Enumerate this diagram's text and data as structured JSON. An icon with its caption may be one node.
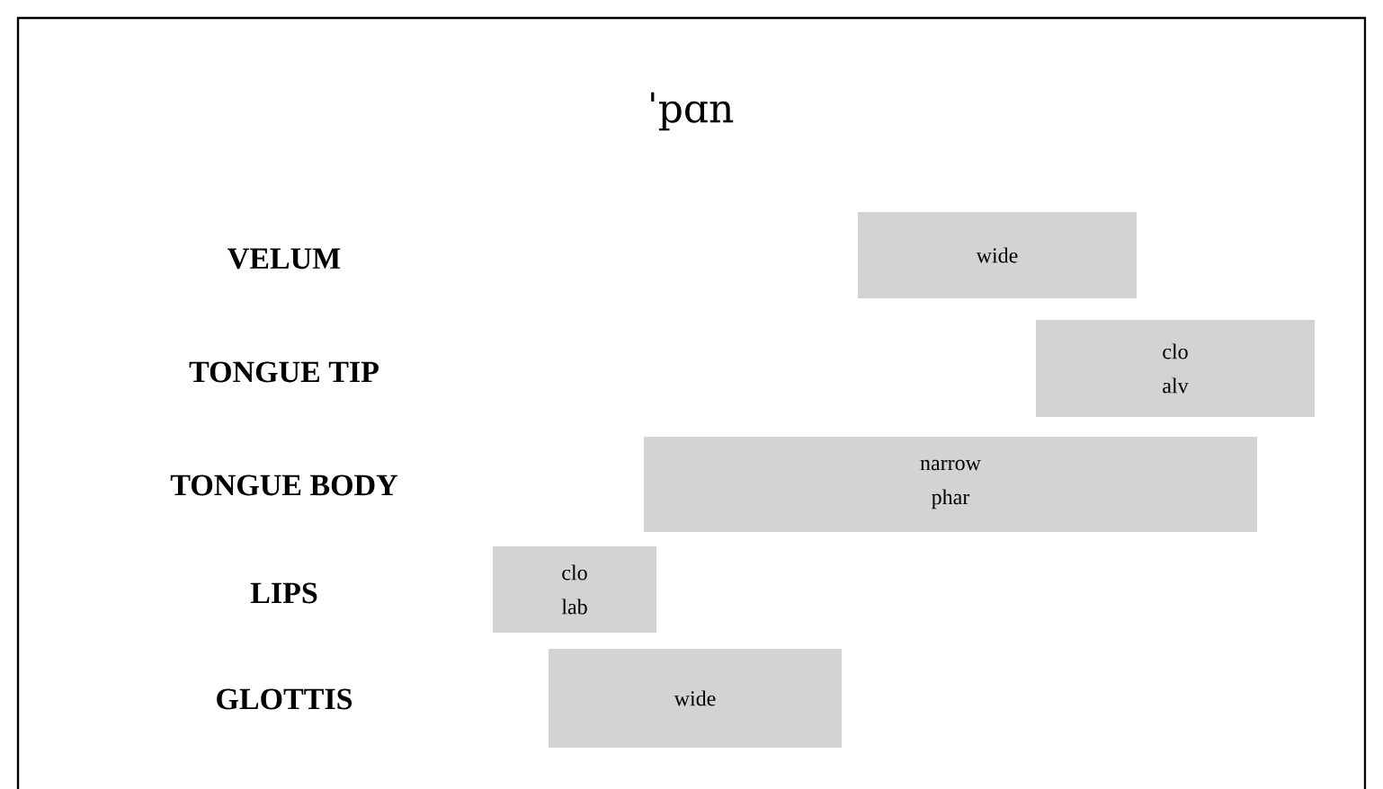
{
  "diagram": {
    "title": "ˈpɑn",
    "nodes": [
      {
        "text": [
          "wide"
        ]
      },
      {
        "text": [
          "clo",
          "alv"
        ]
      },
      {
        "text": [
          "narrow",
          "phar"
        ]
      },
      {
        "text": [
          "clo",
          "lab"
        ]
      },
      {
        "text": [
          "wide"
        ]
      }
    ],
    "labels": [
      "VELUM",
      "TONGUE TIP",
      "TONGUE BODY",
      "LIPS",
      "GLOTTIS"
    ]
  }
}
